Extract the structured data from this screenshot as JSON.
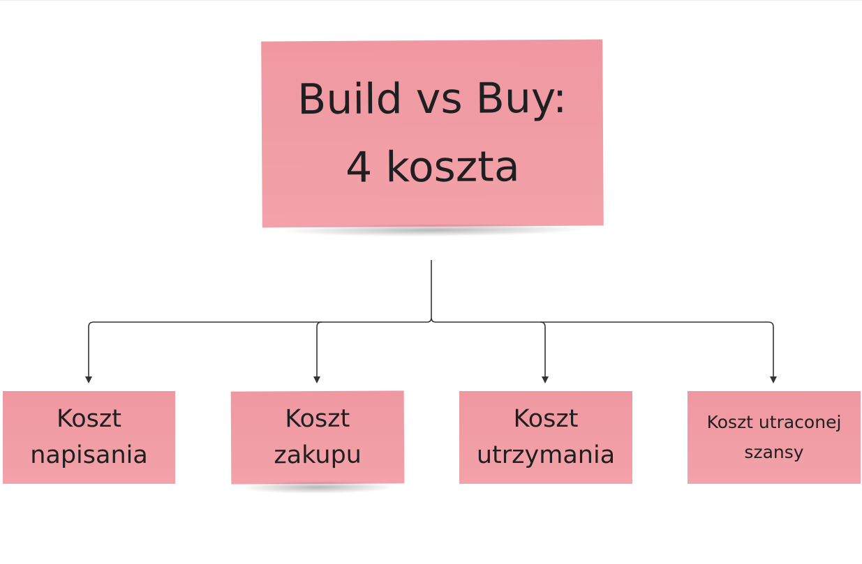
{
  "diagram": {
    "title": {
      "lines": [
        "Build vs Buy:",
        "4 koszta"
      ]
    },
    "children": [
      {
        "lines": [
          "Koszt",
          "napisania"
        ]
      },
      {
        "lines": [
          "Koszt",
          "zakupu"
        ]
      },
      {
        "lines": [
          "Koszt",
          "utrzymania"
        ]
      },
      {
        "lines": [
          "Koszt utraconej",
          "szansy"
        ]
      }
    ]
  },
  "colors": {
    "note_fill": "#f09ba3",
    "connector": "#333333",
    "text": "#1f1f1f"
  }
}
